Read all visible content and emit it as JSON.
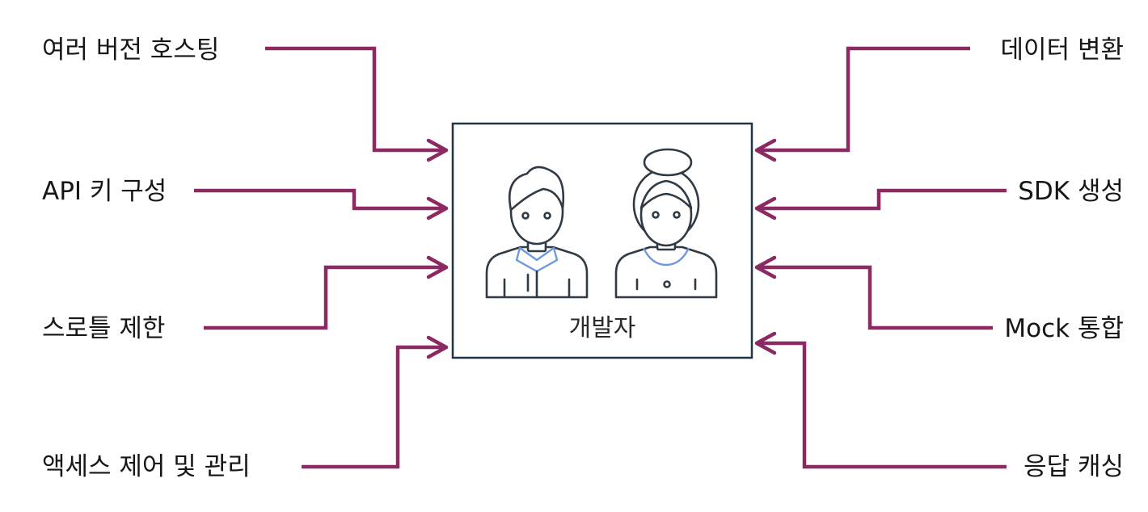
{
  "center": {
    "label": "개발자"
  },
  "left_features": [
    {
      "label": "여러 버전 호스팅"
    },
    {
      "label": "API 키 구성"
    },
    {
      "label": "스로틀 제한"
    },
    {
      "label": "액세스 제어 및 관리"
    }
  ],
  "right_features": [
    {
      "label": "데이터 변환"
    },
    {
      "label": "SDK 생성"
    },
    {
      "label": "Mock 통합"
    },
    {
      "label": "응답 캐싱"
    }
  ],
  "colors": {
    "connector": "#8b2a62",
    "box_border": "#1f3447",
    "icon_stroke": "#2f3a45",
    "collar": "#6f97e0"
  },
  "icons": [
    "developer-man-icon",
    "developer-woman-icon"
  ]
}
